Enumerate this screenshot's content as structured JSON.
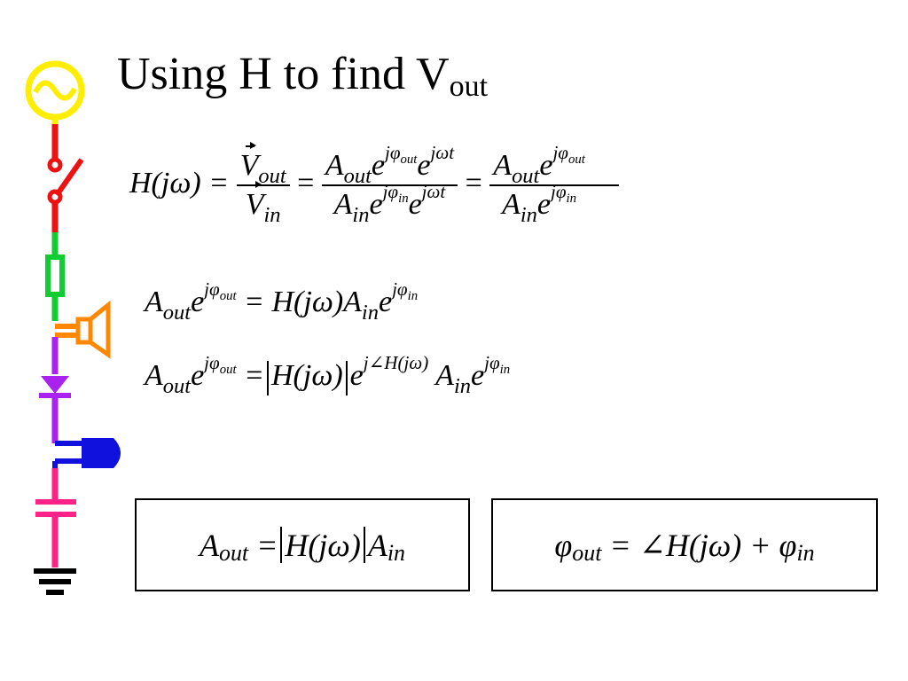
{
  "title": {
    "main": "Using H to find V",
    "sub": "out"
  },
  "equations": {
    "eq1": {
      "lhs": "H(jω) =",
      "f1_num": "V",
      "f1_num_sub": "out",
      "f1_den": "V",
      "f1_den_sub": "in",
      "f2_num": "A",
      "f2_num_sub": "out",
      "f2_num_exp1": "jφ",
      "f2_num_exp1_sub": "out",
      "f2_num_exp2": "jωt",
      "f2_den": "A",
      "f2_den_sub": "in",
      "f2_den_exp1": "jφ",
      "f2_den_exp1_sub": "in",
      "f2_den_exp2": "jωt",
      "f3_num": "A",
      "f3_num_sub": "out",
      "f3_num_exp": "jφ",
      "f3_num_exp_sub": "out",
      "f3_den": "A",
      "f3_den_sub": "in",
      "f3_den_exp": "jφ",
      "f3_den_exp_sub": "in"
    },
    "eq2": {
      "a": "A",
      "a_sub": "out",
      "exp": "jφ",
      "exp_sub": "out",
      "mid": "= H(jω)A",
      "b_sub": "in",
      "exp2": "jφ",
      "exp2_sub": "in"
    },
    "eq3": {
      "a": "A",
      "a_sub": "out",
      "exp": "jφ",
      "exp_sub": "out",
      "eq": "=",
      "h": "H(jω)",
      "exp_mid": "j∠H(jω)",
      "b": "A",
      "b_sub": "in",
      "exp2": "jφ",
      "exp2_sub": "in"
    }
  },
  "boxes": {
    "amplitude": {
      "a": "A",
      "a_sub": "out",
      "eq": "=",
      "h": "H(jω)",
      "b": "A",
      "b_sub": "in"
    },
    "phase": {
      "phi": "φ",
      "phi_sub": "out",
      "rhs": "= ∠H(jω) + φ",
      "rhs_sub": "in"
    }
  },
  "colors": {
    "source": "#ffee00",
    "switch": "#ee1111",
    "resistor": "#11cc33",
    "speaker": "#ff8800",
    "diode": "#aa22ee",
    "bulb": "#1111dd",
    "capacitor": "#ff2288",
    "ground": "#000000"
  },
  "icons": [
    "ac-source-icon",
    "switch-icon",
    "resistor-icon",
    "speaker-icon",
    "diode-icon",
    "lamp-icon",
    "capacitor-icon",
    "ground-icon"
  ]
}
